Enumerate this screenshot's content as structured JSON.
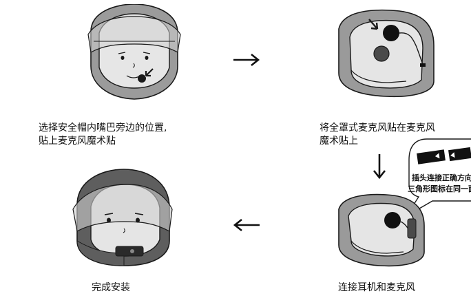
{
  "steps": [
    {
      "caption_line1": "选择安全帽内嘴巴旁边的位置,",
      "caption_line2": "贴上麦克风魔术贴"
    },
    {
      "caption_line1": "将全罩式麦克风贴在麦克风",
      "caption_line2": "魔术贴上"
    },
    {
      "caption_line1": "连接耳机和麦克风"
    },
    {
      "caption_line1": "完成安装"
    }
  ],
  "callout": {
    "line1": "插头连接正确方向:",
    "line2": "三角形图标在同一面"
  },
  "arrows": [
    "right-arrow",
    "down-arrow",
    "left-arrow"
  ]
}
